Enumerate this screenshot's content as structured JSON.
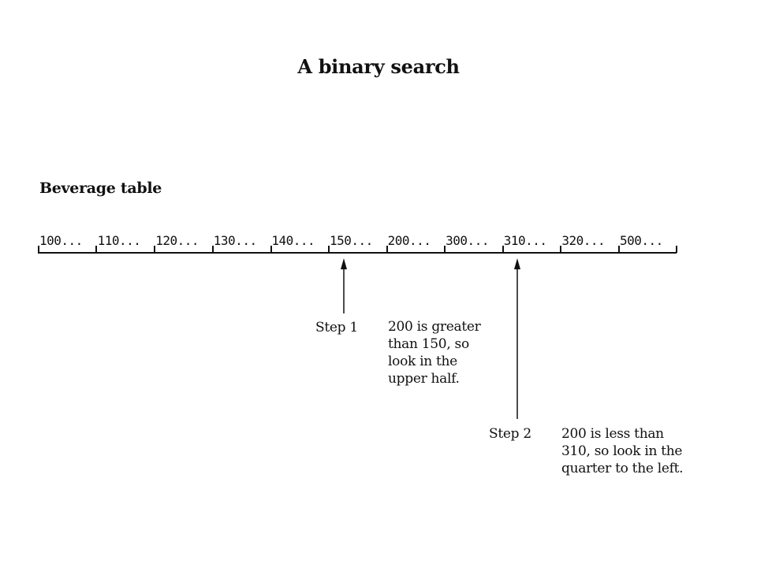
{
  "title": "A binary search",
  "table": {
    "heading": "Beverage table",
    "entries": [
      "100...",
      "110...",
      "120...",
      "130...",
      "140...",
      "150...",
      "200...",
      "300...",
      "310...",
      "320...",
      "500..."
    ]
  },
  "steps": [
    {
      "label": "Step 1",
      "note_lines": [
        "200 is greater",
        "than 150, so",
        "look in the",
        "upper half."
      ]
    },
    {
      "label": "Step 2",
      "note_lines": [
        "200 is less than",
        "310, so look in the",
        "quarter to the left."
      ]
    }
  ]
}
